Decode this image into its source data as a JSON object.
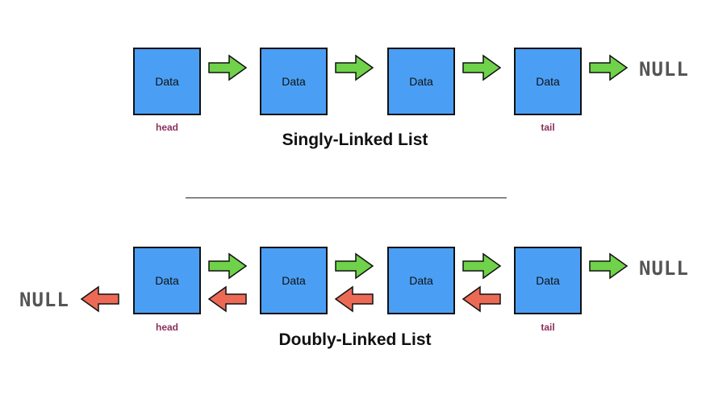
{
  "colors": {
    "node_fill": "#4a9ff5",
    "node_border": "#111111",
    "next_arrow": "#6fd24a",
    "prev_arrow": "#ec6a55",
    "label": "#8b2f5c",
    "null_text": "#555555"
  },
  "singly": {
    "title": "Singly-Linked List",
    "nodes": [
      "Data",
      "Data",
      "Data",
      "Data"
    ],
    "head_label": "head",
    "tail_label": "tail",
    "null_right": "NULL"
  },
  "doubly": {
    "title": "Doubly-Linked List",
    "nodes": [
      "Data",
      "Data",
      "Data",
      "Data"
    ],
    "head_label": "head",
    "tail_label": "tail",
    "null_left": "NULL",
    "null_right": "NULL"
  }
}
